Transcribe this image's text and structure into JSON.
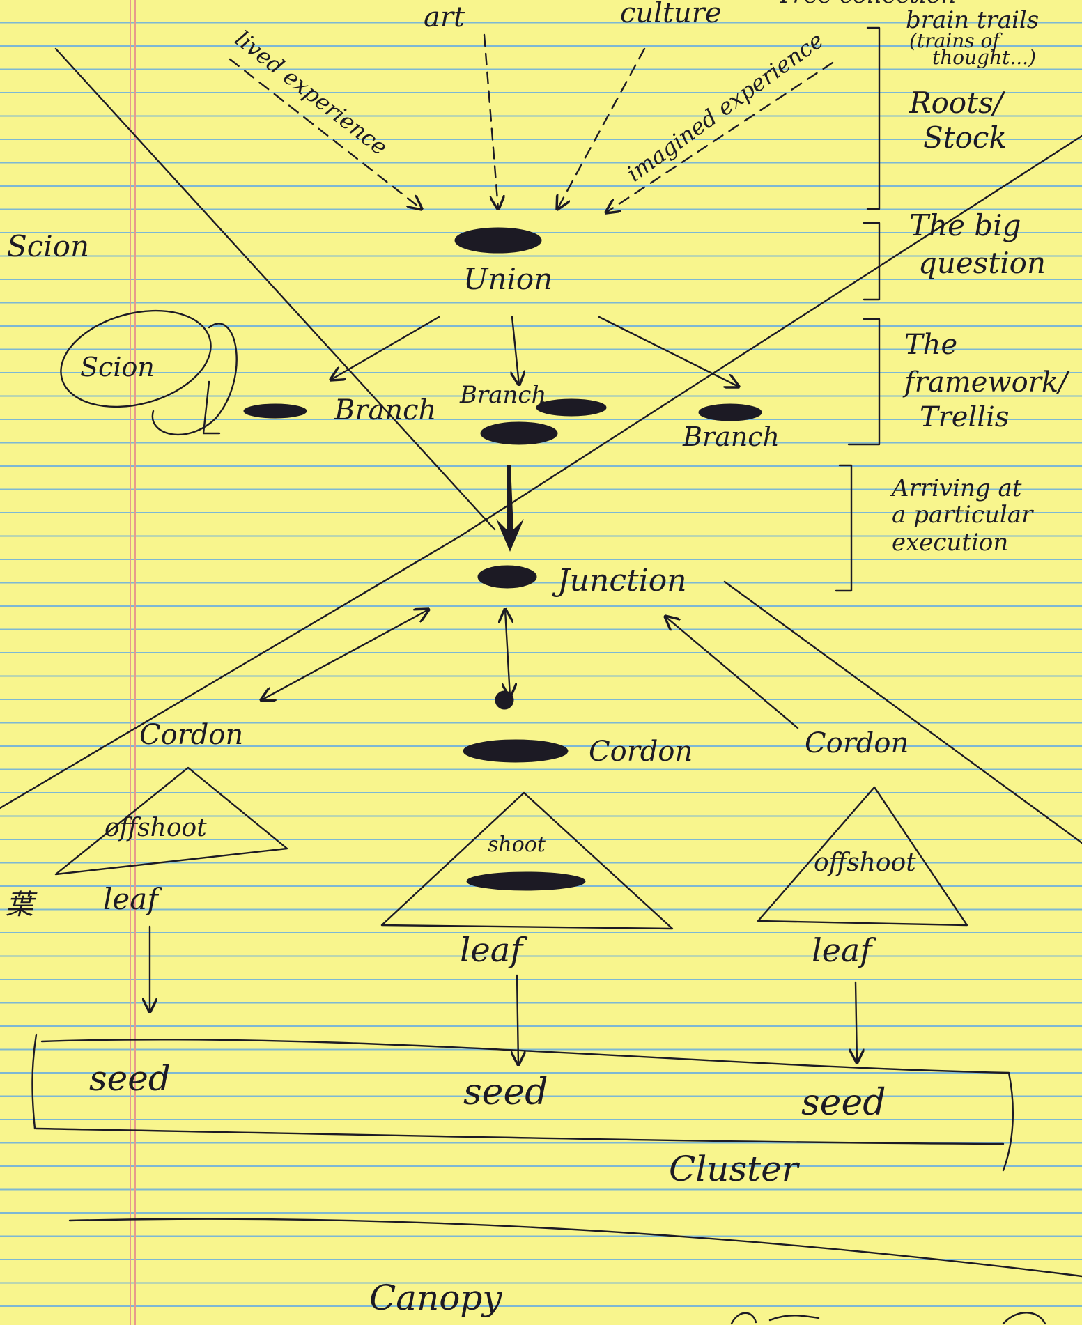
{
  "top": {
    "art": "art",
    "culture": "culture",
    "tree_cut": "Tree collection",
    "brain_trails": "brain trails",
    "trains": "(trains of",
    "thought": "thought...)",
    "lived": "lived experience",
    "imagined": "imagined experience"
  },
  "right": {
    "roots": "Roots/",
    "stock": "Stock",
    "big1": "The big",
    "big2": "question",
    "fw1": "The",
    "fw2": "framework/",
    "fw3": "Trellis",
    "arr1": "Arriving at",
    "arr2": "a particular",
    "arr3": "execution"
  },
  "left": {
    "scion1": "Scion",
    "scion2": "Scion"
  },
  "nodes": {
    "union": "Union",
    "branch1": "Branch",
    "branch2": "Branch",
    "branch3": "Branch",
    "junction": "Junction",
    "cordon1": "Cordon",
    "cordon2": "Cordon",
    "cordon3": "Cordon",
    "offshoot1": "offshoot",
    "shoot": "shoot",
    "offshoot3": "offshoot",
    "leaf1": "leaf",
    "leaf2": "leaf",
    "leaf3": "leaf",
    "leaf_kanji": "葉",
    "seed1": "seed",
    "seed2": "seed",
    "seed3": "seed",
    "cluster": "Cluster",
    "canopy": "Canopy"
  },
  "colors": {
    "paper": "#f8f58d",
    "rule": "#7db8d4",
    "margin": "#e79a8c",
    "ink": "#1c1a24"
  }
}
